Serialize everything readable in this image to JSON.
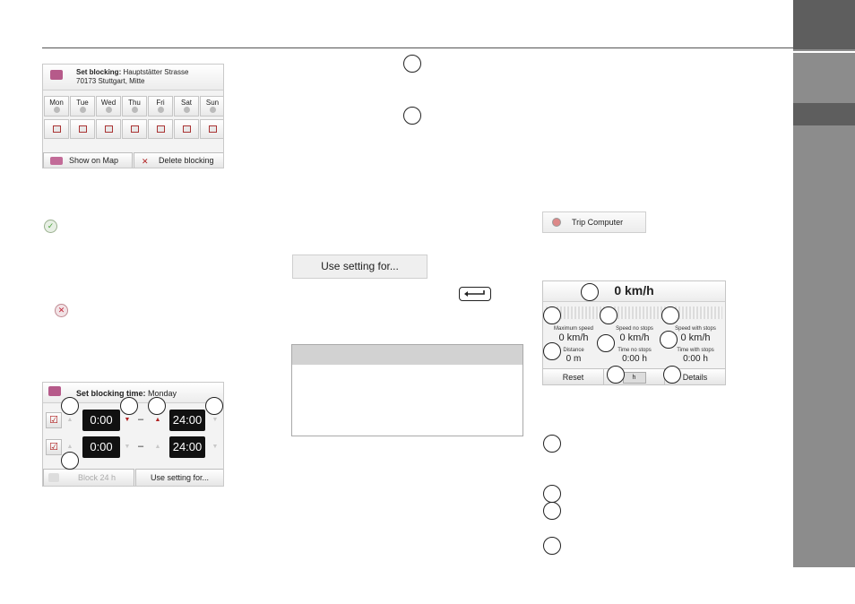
{
  "screen_blocking": {
    "title_bold": "Set blocking:",
    "street": "Hauptstätter Strasse",
    "city": "70173 Stuttgart, Mitte",
    "days": [
      "Mon",
      "Tue",
      "Wed",
      "Thu",
      "Fri",
      "Sat",
      "Sun"
    ],
    "show_on_map": "Show on Map",
    "delete_blocking": "Delete blocking"
  },
  "screen_time": {
    "title_bold": "Set blocking time:",
    "day": "Monday",
    "row1_start": "0:00",
    "row1_end": "24:00",
    "row2_start": "0:00",
    "row2_end": "24:00",
    "dash": "–",
    "block24": "Block 24 h",
    "use_setting": "Use setting for..."
  },
  "use_setting_button": "Use setting for...",
  "trip_button": "Trip Computer",
  "trip_computer": {
    "speed": "0 km/h",
    "labels": {
      "max_speed": "Maximum speed",
      "speed_no_stops": "Speed no stops",
      "speed_with_stops": "Speed with stops",
      "distance": "Distance",
      "time_no_stops": "Time no stops",
      "time_with_stops": "Time with stops"
    },
    "values": {
      "max_speed": "0 km/h",
      "speed_no_stops": "0 km/h",
      "speed_with_stops": "0 km/h",
      "distance": "0 m",
      "time_no_stops": "0:00 h",
      "time_with_stops": "0:00 h"
    },
    "reset": "Reset",
    "unit_button": "h",
    "details": "Details"
  },
  "colors": {
    "side_tab": "#8c8c8c",
    "side_tab_active": "#5e5e5e",
    "confirm_icon": "#4aa23a",
    "cancel_icon": "#c0283a"
  }
}
